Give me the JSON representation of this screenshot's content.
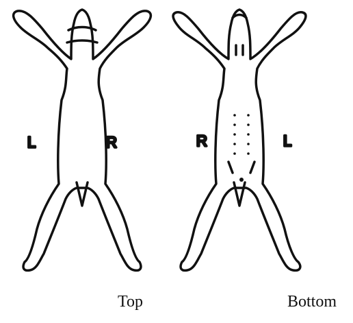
{
  "top_view": {
    "left_label": "L",
    "right_label": "R",
    "caption": "Top"
  },
  "bottom_view": {
    "left_label": "R",
    "right_label": "L",
    "caption": "Bottom"
  }
}
